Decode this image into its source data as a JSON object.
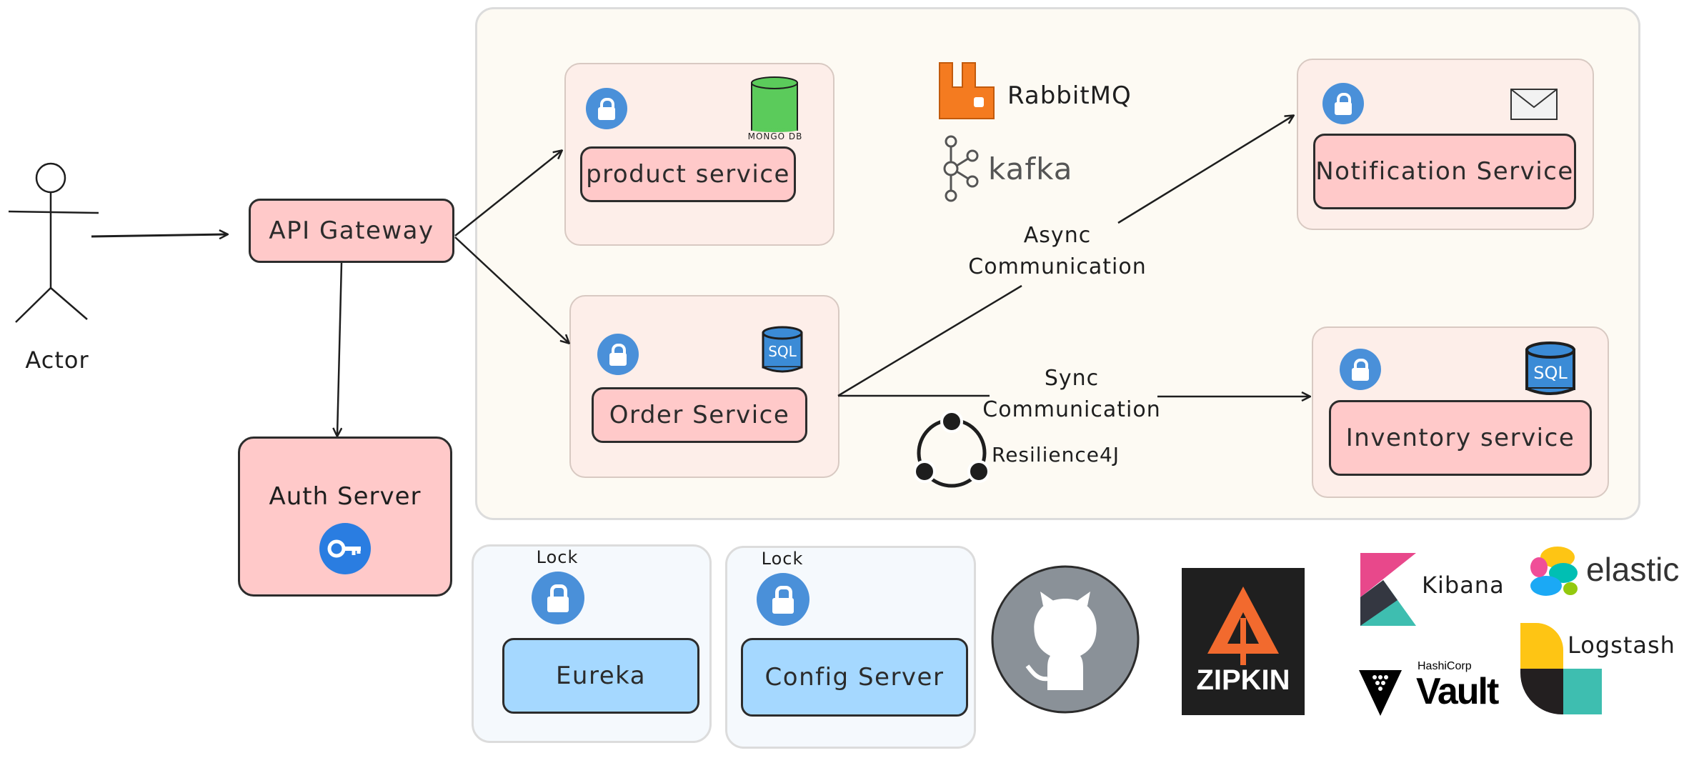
{
  "actor": {
    "label": "Actor"
  },
  "gateway": {
    "label": "API Gateway"
  },
  "auth": {
    "label": "Auth Server",
    "icon": "key-icon"
  },
  "services": {
    "product": {
      "label": "product service",
      "db_label": "MONGO DB"
    },
    "order": {
      "label": "Order Service",
      "db_label": "SQL"
    },
    "notification": {
      "label": "Notification Service"
    },
    "inventory": {
      "label": "Inventory service",
      "db_label": "SQL"
    }
  },
  "messaging": {
    "rabbit": "RabbitMQ",
    "kafka": "kafka"
  },
  "edges": {
    "async": [
      "Async",
      "Communication"
    ],
    "sync": [
      "Sync",
      "Communication"
    ]
  },
  "resilience": {
    "label": "Resilience4J"
  },
  "infra": {
    "eureka": {
      "lock_label": "Lock",
      "label": "Eureka"
    },
    "config": {
      "lock_label": "Lock",
      "label": "Config Server"
    }
  },
  "tools": {
    "zipkin": "ZIPKIN",
    "kibana": "Kibana",
    "elastic": "elastic",
    "vault_brand": "HashiCorp",
    "vault": "Vault",
    "logstash": "Logstash"
  },
  "colors": {
    "service_fill": "#ffc9c9",
    "infra_fill": "#a5d8ff",
    "lock_blue": "#4a90d9",
    "rabbit_orange": "#f47b20",
    "mongo_green": "#5bcb5b",
    "sql_blue": "#3b8bd6"
  }
}
